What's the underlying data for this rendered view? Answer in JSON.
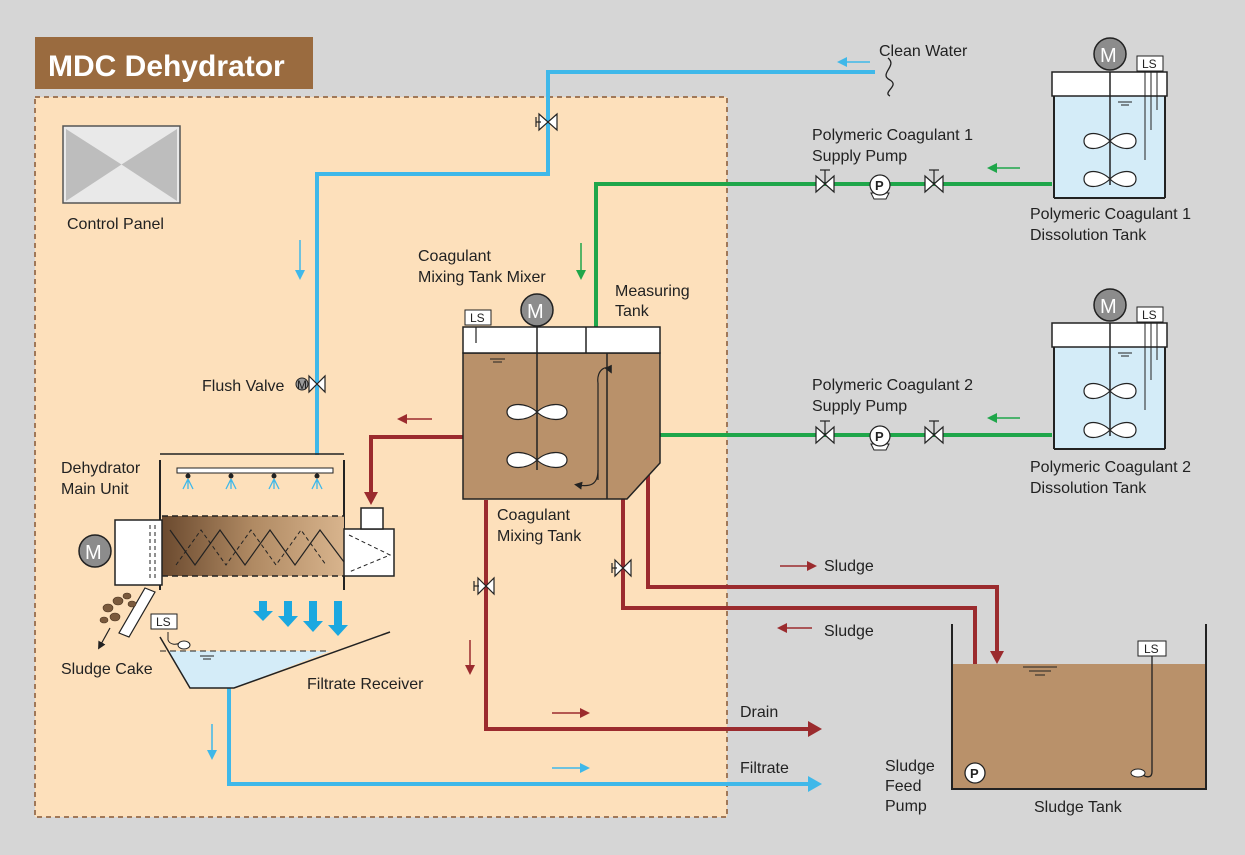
{
  "title": "MDC Dehydrator",
  "labels": {
    "clean_water": "Clean Water",
    "control_panel": "Control Panel",
    "coag_mixer": [
      "Coagulant",
      "Mixing Tank Mixer"
    ],
    "measuring_tank": [
      "Measuring",
      "Tank"
    ],
    "flush_valve": "Flush Valve",
    "dehydrator_main": [
      "Dehydrator",
      "Main Unit"
    ],
    "coag_mixing_tank": [
      "Coagulant",
      "Mixing Tank"
    ],
    "sludge_cake": "Sludge Cake",
    "filtrate_receiver": "Filtrate Receiver",
    "pump1": [
      "Polymeric Coagulant 1",
      "Supply Pump"
    ],
    "pump2": [
      "Polymeric Coagulant 2",
      "Supply Pump"
    ],
    "tank1": [
      "Polymeric Coagulant 1",
      "Dissolution Tank"
    ],
    "tank2": [
      "Polymeric Coagulant 2",
      "Dissolution Tank"
    ],
    "sludge_out": "Sludge",
    "sludge_in": "Sludge",
    "drain": "Drain",
    "filtrate": "Filtrate",
    "sludge_feed_pump": [
      "Sludge",
      "Feed",
      "Pump"
    ],
    "sludge_tank": "Sludge Tank"
  },
  "symbols": {
    "motor": "M",
    "pump": "P",
    "level_switch": "LS"
  },
  "colors": {
    "background": "#d6d6d6",
    "unit_area": "#fde0bb",
    "title_bg": "#9a6b3f",
    "water_line": "#3fb8e9",
    "coagulant_line": "#1fa64a",
    "sludge_line": "#9b2b2e",
    "sludge_fill": "#b9916a",
    "tank_water": "#d4ecf8"
  }
}
